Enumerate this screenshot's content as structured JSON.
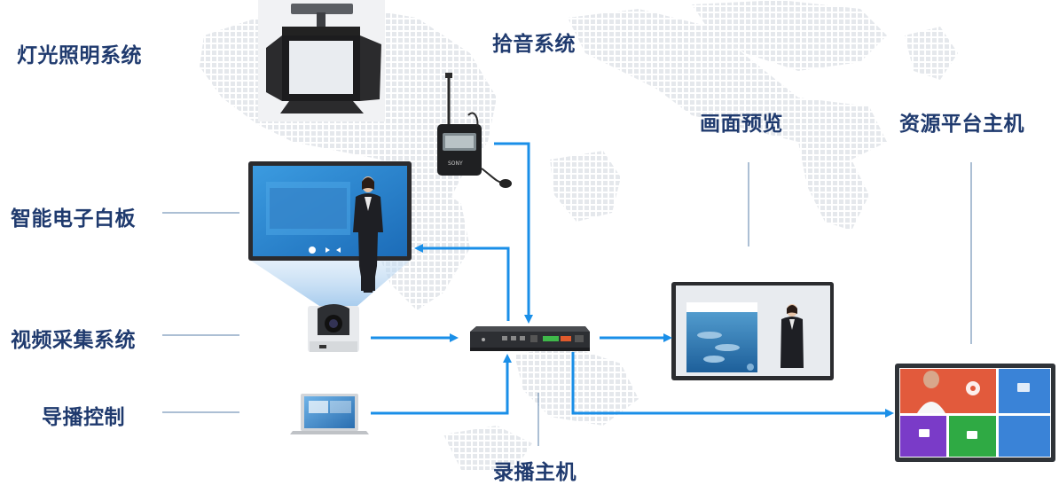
{
  "labels": {
    "lighting": "灯光照明系统",
    "audio": "拾音系统",
    "whiteboard": "智能电子白板",
    "video_capture": "视频采集系统",
    "director": "导播控制",
    "recorder": "录播主机",
    "preview": "画面预览",
    "resource": "资源平台主机"
  },
  "devices": {
    "mic_brand": "SONY"
  },
  "colors": {
    "arrow": "#1a8fe8",
    "label": "#1f3a6e",
    "leader": "#5a7fa8",
    "map_dots": "#e3e6ea"
  }
}
